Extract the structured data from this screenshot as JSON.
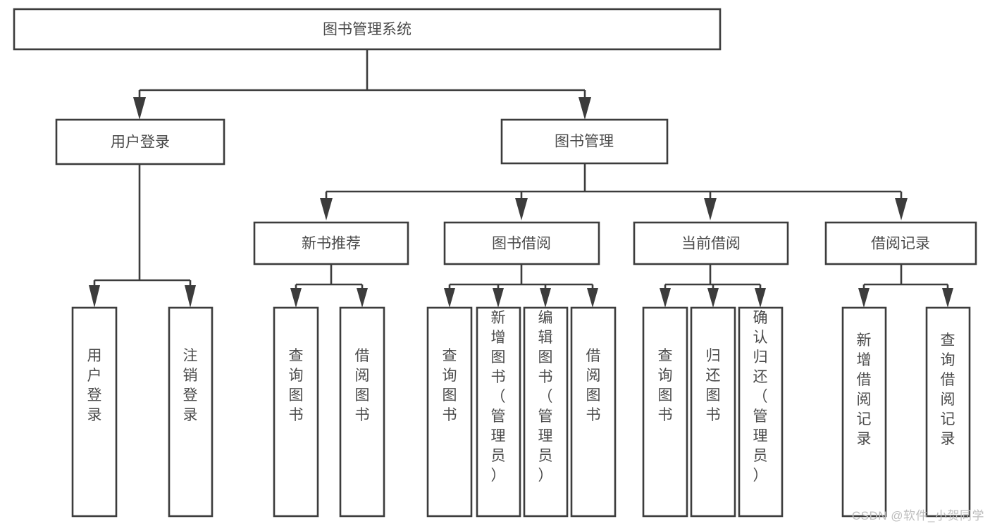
{
  "diagram": {
    "title": "图书管理系统",
    "type": "tree-hierarchy-chart",
    "root": {
      "label": "图书管理系统"
    },
    "level1": [
      {
        "label": "用户登录"
      },
      {
        "label": "图书管理"
      }
    ],
    "level2": [
      {
        "label": "新书推荐"
      },
      {
        "label": "图书借阅"
      },
      {
        "label": "当前借阅"
      },
      {
        "label": "借阅记录"
      }
    ],
    "leaves_user_login": [
      {
        "label": "用户登录"
      },
      {
        "label": "注销登录"
      }
    ],
    "leaves_new_book": [
      {
        "label": "查询图书"
      },
      {
        "label": "借阅图书"
      }
    ],
    "leaves_book_borrow": [
      {
        "label": "查询图书"
      },
      {
        "label": "新增图书（管理员）"
      },
      {
        "label": "编辑图书（管理员）"
      },
      {
        "label": "借阅图书"
      }
    ],
    "leaves_current_borrow": [
      {
        "label": "查询图书"
      },
      {
        "label": "归还图书"
      },
      {
        "label": "确认归还（管理员）"
      }
    ],
    "leaves_borrow_record": [
      {
        "label": "新增借阅记录"
      },
      {
        "label": "查询借阅记录"
      }
    ]
  },
  "watermark": {
    "text": "CSDN @软件_小贺同学"
  },
  "colors": {
    "stroke": "#3c3c3c",
    "text": "#4a4a4a",
    "background": "#ffffff",
    "watermark": "#bdbdbd"
  }
}
